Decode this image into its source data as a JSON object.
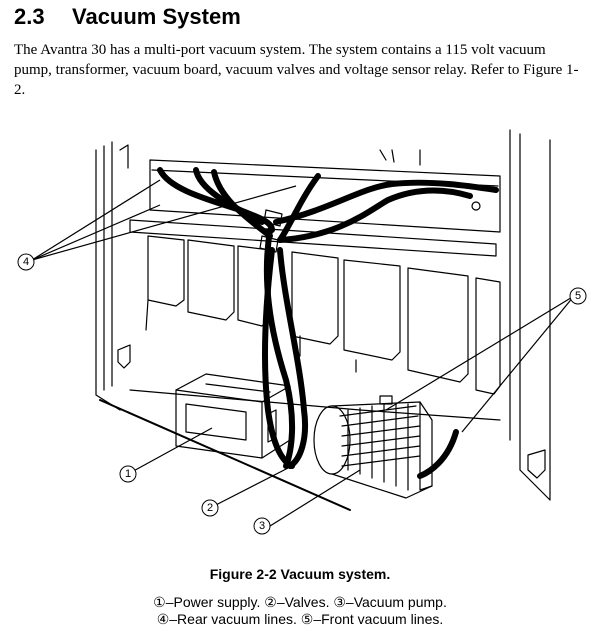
{
  "section": {
    "number": "2.3",
    "title": "Vacuum System"
  },
  "body_text": "The Avantra 30 has a multi-port vacuum system. The system contains a 115 volt vacuum pump, transformer, vacuum board, vacuum valves and voltage sensor relay. Refer to Figure 1-2.",
  "figure": {
    "callouts": [
      "1",
      "2",
      "3",
      "4",
      "5"
    ],
    "caption": "Figure 2-2  Vacuum system.",
    "legend_line1": "①–Power supply. ②–Valves. ③–Vacuum pump.",
    "legend_line2": "④–Rear vacuum lines. ⑤–Front vacuum lines."
  }
}
